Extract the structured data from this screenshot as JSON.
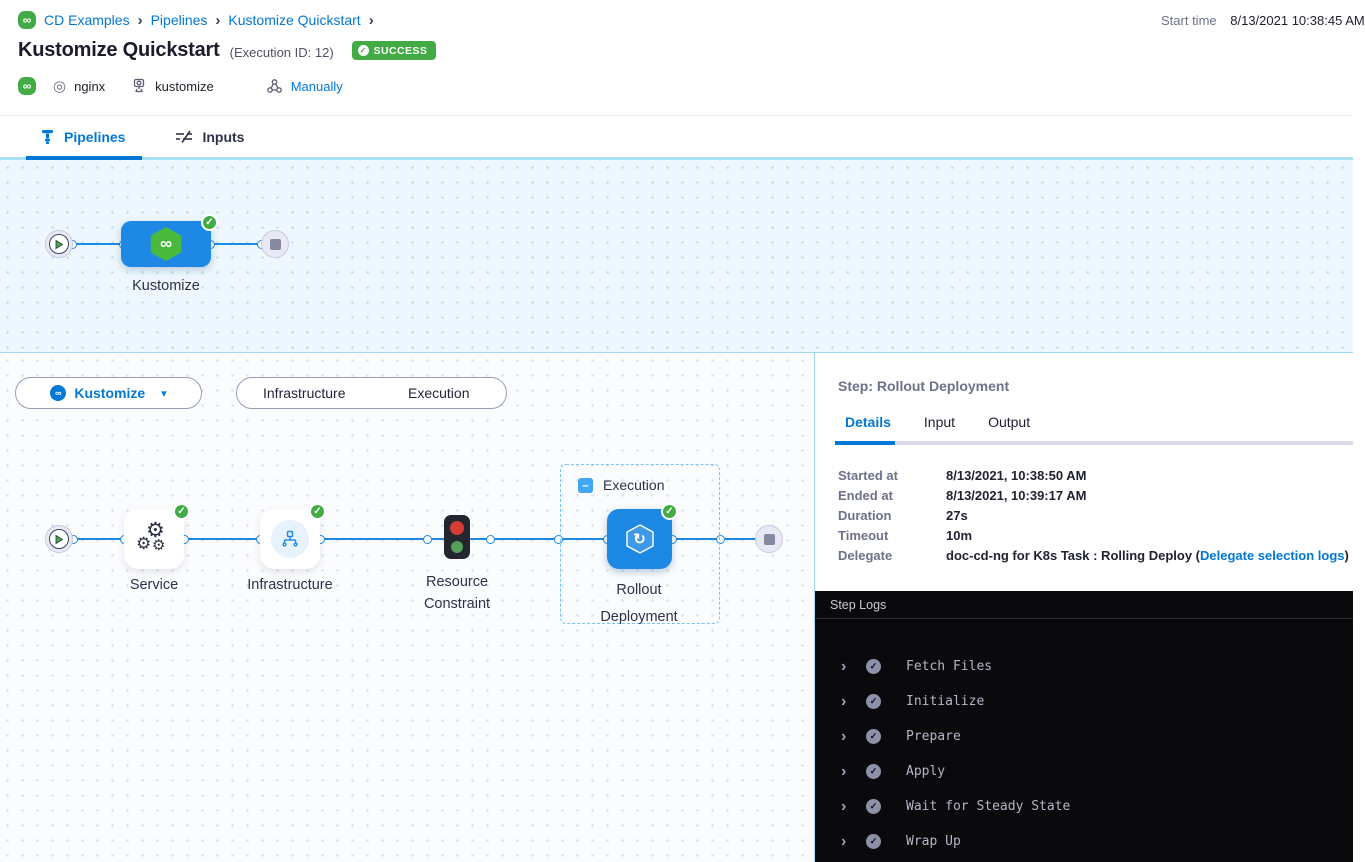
{
  "icons": {
    "cd": "∞",
    "check": "✓",
    "caret": "▾",
    "minus": "–",
    "chevron": "›",
    "refresh": "↻",
    "service_ring": "◎",
    "gear": "⚙"
  },
  "colors": {
    "accent_blue": "#0278d5",
    "node_blue": "#1e88e5",
    "success_green": "#42ab45",
    "log_bg": "#0a0a0c"
  },
  "header": {
    "breadcrumb": {
      "items": [
        "CD Examples",
        "Pipelines",
        "Kustomize Quickstart"
      ],
      "separator": "›"
    },
    "title": "Kustomize Quickstart",
    "execution_id": "(Execution ID: 12)",
    "status_badge": "SUCCESS",
    "start_time_label": "Start time",
    "start_time_value": "8/13/2021 10:38:45 AM",
    "meta": {
      "service": "nginx",
      "environment": "kustomize",
      "trigger": "Manually"
    }
  },
  "tabs": {
    "pipelines": "Pipelines",
    "inputs": "Inputs"
  },
  "stage_canvas": {
    "stage_label": "Kustomize"
  },
  "execution_canvas": {
    "stage_selector_label": "Kustomize",
    "toggle": {
      "infrastructure": "Infrastructure",
      "execution": "Execution"
    },
    "group_label": "Execution",
    "nodes": {
      "service": "Service",
      "infrastructure": "Infrastructure",
      "resource_constraint": "Resource Constraint",
      "rollout": "Rollout Deployment"
    }
  },
  "details_panel": {
    "title": "Step: Rollout Deployment",
    "tabs": [
      "Details",
      "Input",
      "Output"
    ],
    "rows": [
      {
        "label": "Started at",
        "value": "8/13/2021, 10:38:50 AM"
      },
      {
        "label": "Ended at",
        "value": "8/13/2021, 10:39:17 AM"
      },
      {
        "label": "Duration",
        "value": "27s"
      },
      {
        "label": "Timeout",
        "value": "10m"
      }
    ],
    "delegate": {
      "label": "Delegate",
      "prefix": "doc-cd-ng for K8s Task : Rolling Deploy (",
      "link": "Delegate selection logs",
      "suffix": ")"
    }
  },
  "step_logs": {
    "title": "Step Logs",
    "items": [
      "Fetch Files",
      "Initialize",
      "Prepare",
      "Apply",
      "Wait for Steady State",
      "Wrap Up"
    ]
  }
}
